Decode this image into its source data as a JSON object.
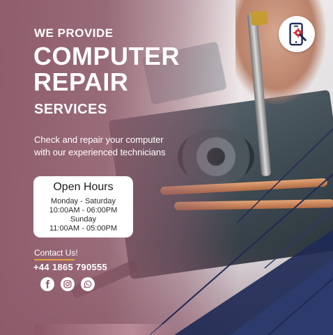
{
  "header": {
    "eyebrow": "WE PROVIDE",
    "headline_line1": "COMPUTER",
    "headline_line2": "REPAIR",
    "subheadline": "SERVICES"
  },
  "tagline": {
    "line1": "Check and repair your computer",
    "line2": "with our experienced technicians"
  },
  "hours": {
    "title": "Open Hours",
    "weekday_label": "Monday - Saturday",
    "weekday_time": "10:00AM - 06:00PM",
    "weekend_label": "Sunday",
    "weekend_time": "11:00AM - 05:00PM"
  },
  "contact": {
    "label": "Contact Us!",
    "phone": "+44 1865 790555"
  },
  "social": [
    "facebook-icon",
    "instagram-icon",
    "whatsapp-icon"
  ],
  "logo_icon": "phone-gear-repair-icon",
  "colors": {
    "brand_mauve": "#8c5868",
    "navy": "#1f2a55",
    "accent_orange": "#e6a23c",
    "logo_red": "#d6282b"
  }
}
